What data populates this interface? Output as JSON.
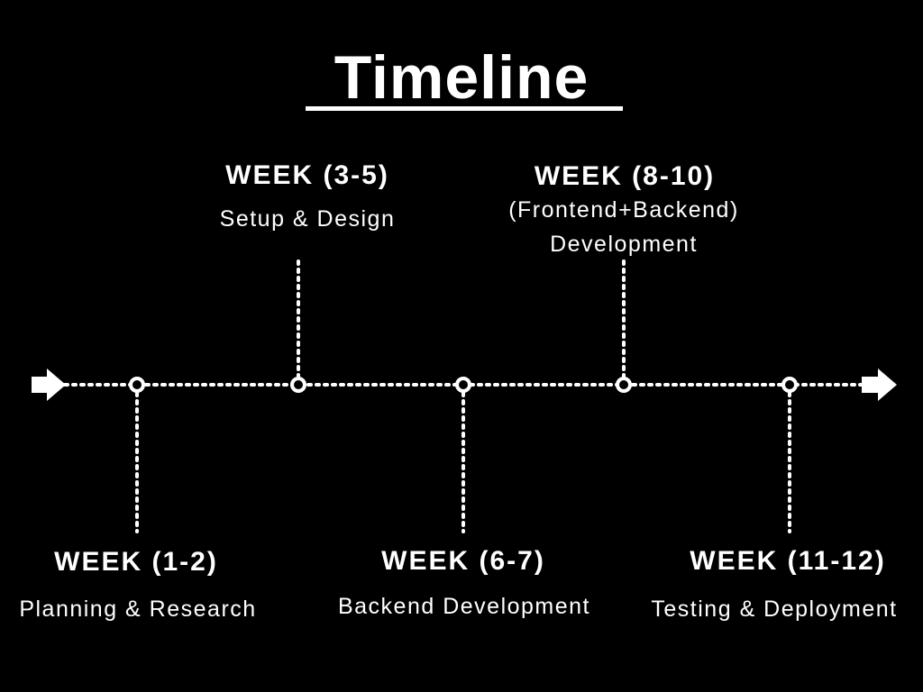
{
  "title": "Timeline",
  "colors": {
    "background": "#000000",
    "foreground": "#ffffff"
  },
  "milestones": [
    {
      "week": "WEEK (1-2)",
      "description": "Planning & Research",
      "position": "below"
    },
    {
      "week": "WEEK (3-5)",
      "description": "Setup & Design",
      "position": "above"
    },
    {
      "week": "WEEK (6-7)",
      "description": "Backend Development",
      "position": "below"
    },
    {
      "week": "WEEK (8-10)",
      "description_line1": "(Frontend+Backend)",
      "description_line2": "Development",
      "position": "above"
    },
    {
      "week": "WEEK (11-12)",
      "description": "Testing & Deployment",
      "position": "below"
    }
  ],
  "icons": {
    "start": "arrow-right-icon",
    "end": "arrow-right-icon"
  }
}
